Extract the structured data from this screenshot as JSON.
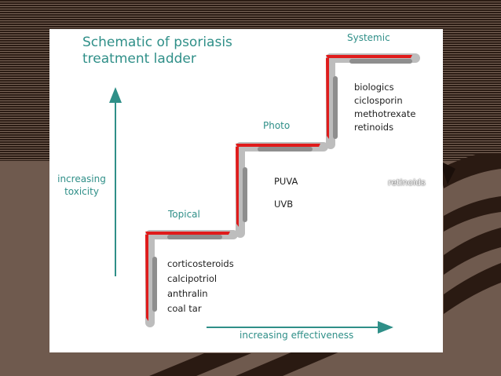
{
  "diagram": {
    "title_line1": "Schematic of psoriasis",
    "title_line2": "treatment ladder",
    "tiers": {
      "systemic": "Systemic",
      "photo": "Photo",
      "topical": "Topical"
    },
    "y_axis_label_line1": "increasing",
    "y_axis_label_line2": "toxicity",
    "x_axis_label": "increasing effectiveness",
    "systemic_treatments": [
      "biologics",
      "ciclosporin",
      "methotrexate",
      "retinoids"
    ],
    "photo_treatments": [
      "PUVA",
      "UVB"
    ],
    "topical_treatments": [
      "corticosteroids",
      "calcipotriol",
      "anthralin",
      "coal tar"
    ]
  },
  "overlay_text": "retinoids",
  "colors": {
    "accent_teal": "#2f8f88",
    "step_red": "#e01b1b",
    "step_gray": "#9a9a9a",
    "background_brown": "#6f5a4e"
  }
}
